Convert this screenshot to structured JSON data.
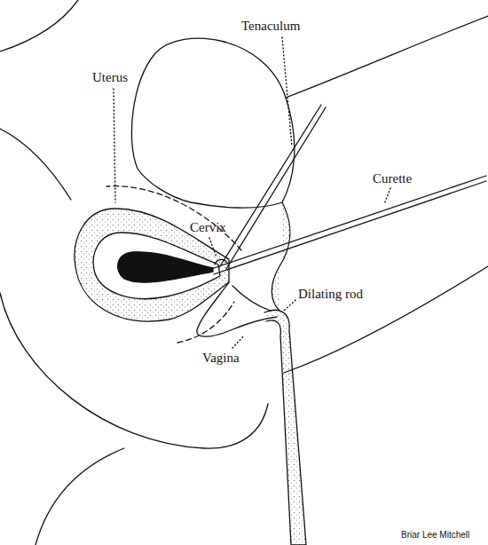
{
  "diagram": {
    "labels": [
      "Tenaculum",
      "Uterus",
      "Curette",
      "Cervix",
      "Dilating rod",
      "Vagina",
      "Briar Lee Mitchell"
    ]
  }
}
